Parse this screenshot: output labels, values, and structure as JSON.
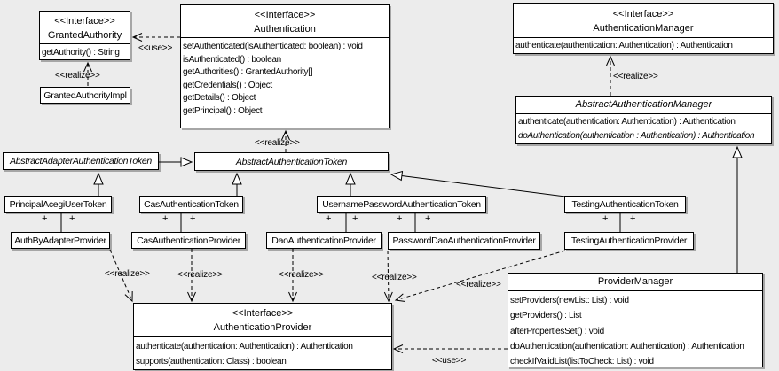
{
  "colors": {
    "background": "#ececec",
    "box_fill": "#ffffff",
    "box_border": "#000000",
    "box_shadow": "#a6a6a6",
    "text": "#000000"
  },
  "labels": {
    "realize": "<<realize>>",
    "use": "<<use>>",
    "plus": "+"
  },
  "classes": {
    "granted_authority": {
      "stereotype": "<<Interface>>",
      "name": "GrantedAuthority",
      "methods": [
        "getAuthority() : String"
      ]
    },
    "granted_authority_impl": {
      "name": "GrantedAuthorityImpl"
    },
    "authentication": {
      "stereotype": "<<Interface>>",
      "name": "Authentication",
      "methods": [
        "setAuthenticated(isAuthenticated: boolean) : void",
        "isAuthenticated() : boolean",
        "getAuthorities() : GrantedAuthority[]",
        "getCredentials() : Object",
        "getDetails() : Object",
        "getPrincipal() : Object"
      ]
    },
    "authentication_manager": {
      "stereotype": "<<Interface>>",
      "name": "AuthenticationManager",
      "methods": [
        "authenticate(authentication: Authentication) : Authentication"
      ]
    },
    "abstract_authentication_manager": {
      "name": "AbstractAuthenticationManager",
      "methods": [
        "authenticate(authentication: Authentication) : Authentication",
        "doAuthentication(authentication : Authentication) : Authentication"
      ]
    },
    "abstract_adapter_authentication_token": {
      "name": "AbstractAdapterAuthenticationToken"
    },
    "abstract_authentication_token": {
      "name": "AbstractAuthenticationToken"
    },
    "principal_acegi_user_token": {
      "name": "PrincipalAcegiUserToken"
    },
    "cas_authentication_token": {
      "name": "CasAuthenticationToken"
    },
    "username_password_authentication_token": {
      "name": "UsernamePasswordAuthenticationToken"
    },
    "testing_authentication_token": {
      "name": "TestingAuthenticationToken"
    },
    "auth_by_adapter_provider": {
      "name": "AuthByAdapterProvider"
    },
    "cas_authentication_provider": {
      "name": "CasAuthenticationProvider"
    },
    "dao_authentication_provider": {
      "name": "DaoAuthenticationProvider"
    },
    "password_dao_authentication_provider": {
      "name": "PasswordDaoAuthenticationProvider"
    },
    "testing_authentication_provider": {
      "name": "TestingAuthenticationProvider"
    },
    "provider_manager": {
      "name": "ProviderManager",
      "methods": [
        "setProviders(newList: List) : void",
        "getProviders() : List",
        "afterPropertiesSet() : void",
        "doAuthentication(authentication: Authentication) : Authentication",
        "checkIfValidList(listToCheck: List) : void"
      ]
    },
    "authentication_provider": {
      "stereotype": "<<Interface>>",
      "name": "AuthenticationProvider",
      "methods": [
        "authenticate(authentication: Authentication) : Authentication",
        "supports(authentication: Class) : boolean"
      ]
    }
  }
}
